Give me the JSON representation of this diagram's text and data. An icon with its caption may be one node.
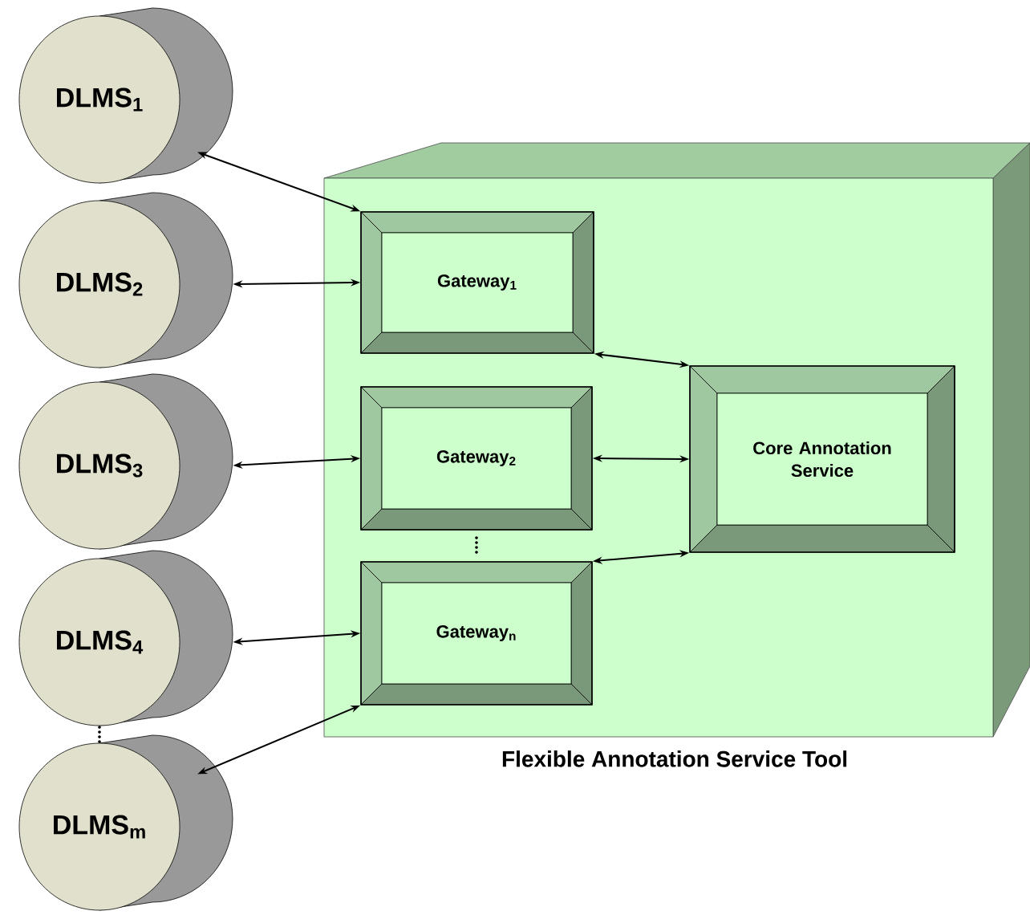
{
  "diagram": {
    "nodes": [
      {
        "text": [
          "Flexible Annotation Service Tool"
        ]
      },
      {
        "text": [
          "Gateway$_{1}$"
        ],
        "in": 0
      },
      {
        "text": [
          "Gateway$_{2}$"
        ],
        "in": 0
      },
      {
        "text": [
          "Gateway$_{n}$"
        ],
        "in": 0
      },
      {
        "text": [
          "Core Annotation Service"
        ],
        "in": 0
      },
      {
        "text": [
          "DLMS$_{1}$"
        ]
      },
      {
        "text": [
          "DLMS$_{2}$"
        ]
      },
      {
        "text": [
          "DLMS$_{3}$"
        ]
      },
      {
        "text": [
          "DLMS$_{4}$"
        ]
      },
      {
        "text": [
          "DLMS$_{m}$"
        ]
      }
    ],
    "edges": [
      {
        "from": 5,
        "to": 1,
        "arrow": "both"
      },
      {
        "from": 6,
        "to": 1,
        "arrow": "both"
      },
      {
        "from": 7,
        "to": 2,
        "arrow": "both"
      },
      {
        "from": 8,
        "to": 3,
        "arrow": "both"
      },
      {
        "from": 9,
        "to": 3,
        "arrow": "both"
      },
      {
        "from": 1,
        "to": 4,
        "arrow": "both"
      },
      {
        "from": 2,
        "to": 4,
        "arrow": "both"
      },
      {
        "from": 3,
        "to": 4,
        "arrow": "both"
      }
    ]
  }
}
